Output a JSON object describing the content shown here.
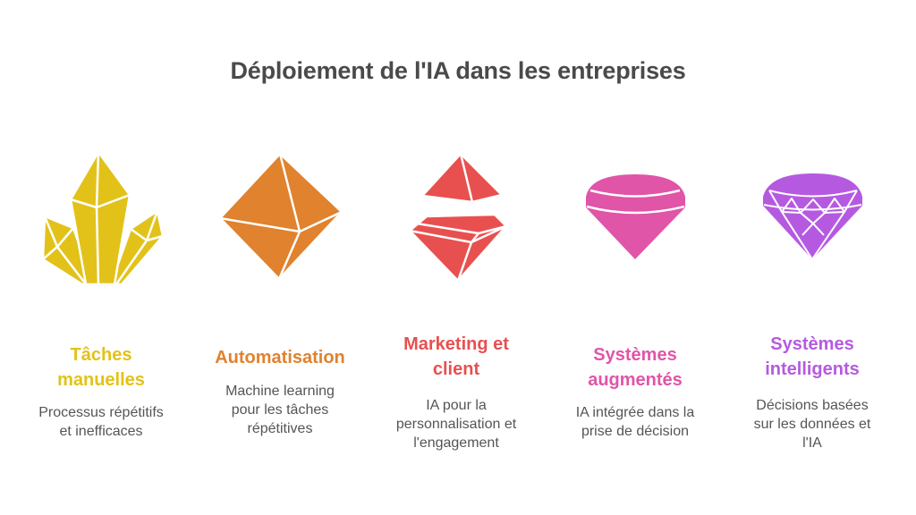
{
  "title": "Déploiement de l'IA dans les entreprises",
  "colors": {
    "title": "#4a4a4a",
    "description": "#555555",
    "stage1": "#e2c219",
    "stage2": "#e0822e",
    "stage3": "#e8504f",
    "stage4": "#e055a8",
    "stage5": "#b55ae0"
  },
  "stages": [
    {
      "icon": "crystal-cluster-icon",
      "title_line1": "Tâches",
      "title_line2": "manuelles",
      "desc_line1": "Processus répétitifs",
      "desc_line2": "et inefficaces",
      "desc_line3": ""
    },
    {
      "icon": "octahedron-gem-icon",
      "title_line1": "Automatisation",
      "title_line2": "",
      "desc_line1": "Machine learning",
      "desc_line2": "pour les tâches",
      "desc_line3": "répétitives"
    },
    {
      "icon": "split-gem-icon",
      "title_line1": "Marketing et",
      "title_line2": "client",
      "desc_line1": "IA pour la",
      "desc_line2": "personnalisation et",
      "desc_line3": "l'engagement"
    },
    {
      "icon": "polished-gem-icon",
      "title_line1": "Systèmes",
      "title_line2": "augmentés",
      "desc_line1": "IA intégrée dans la",
      "desc_line2": "prise de décision",
      "desc_line3": ""
    },
    {
      "icon": "faceted-diamond-icon",
      "title_line1": "Systèmes",
      "title_line2": "intelligents",
      "desc_line1": "Décisions basées",
      "desc_line2": "sur les données et",
      "desc_line3": "l'IA"
    }
  ]
}
